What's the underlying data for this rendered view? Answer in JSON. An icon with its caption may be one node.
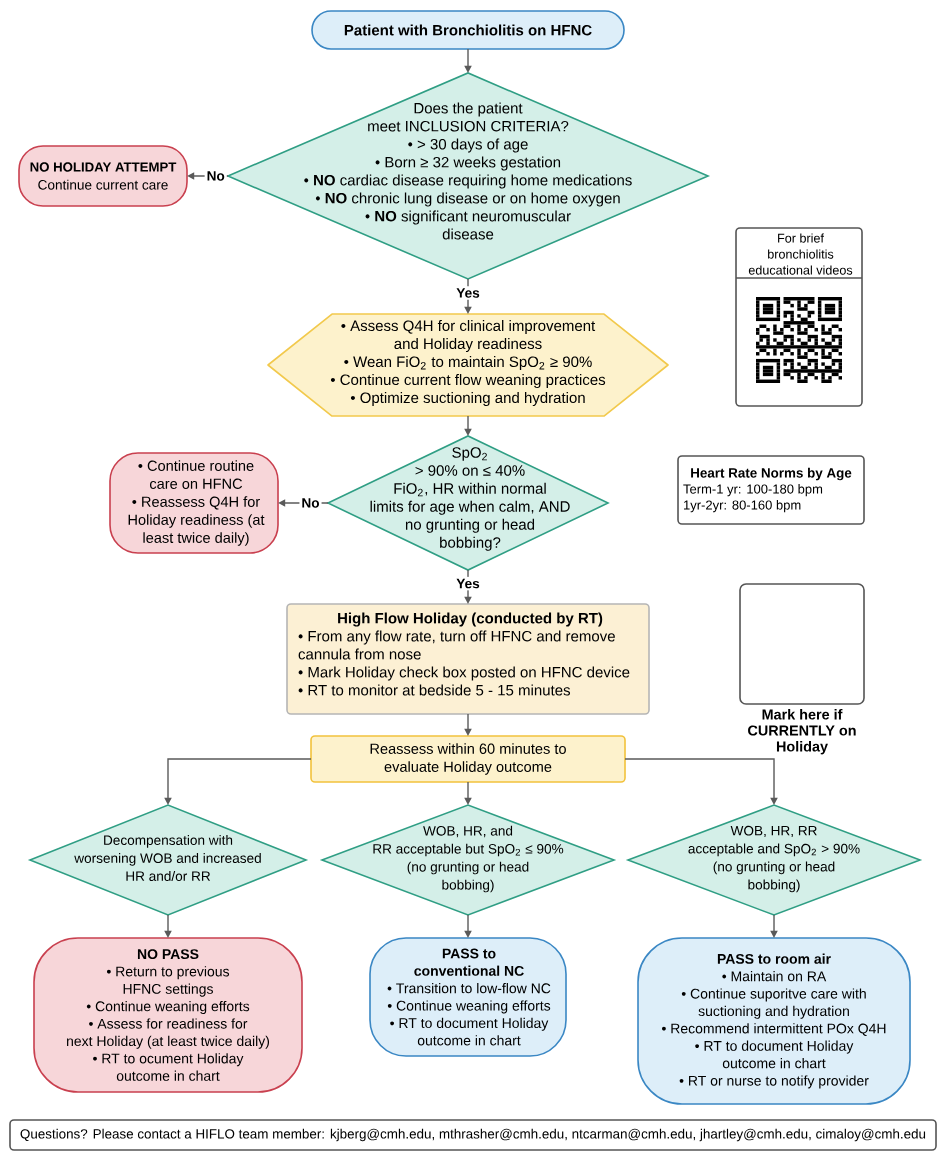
{
  "diagram": {
    "nodes": [
      {
        "text": [
          "Patient with Bronchiolitis on HFNC"
        ]
      },
      {
        "text": [
          "Does the patient meet INCLUSION CRITERIA?",
          "• > 30 days of age",
          "• Born ≥ 32 weeks gestation",
          "• **NO** cardiac disease requiring home medications",
          "• **NO** chronic lung disease or on home oxygen",
          "• **NO** significant neuromuscular disease"
        ]
      },
      {
        "text": [
          "NO HOLIDAY ATTEMPT",
          "Continue current care"
        ]
      },
      {
        "text": [
          "For brief bronchiolitis educational videos"
        ]
      },
      {
        "text": [
          "• Assess Q4H for clinical improvement and Holiday readiness",
          "• Wean FiO$_{2}$ to maintain SpO$_{2}$ ≥ 90%",
          "• Continue current flow weaning practices",
          "• Optimize suctioning and hydration"
        ]
      },
      {
        "text": [
          "SpO$_{2}$ > 90% on ≤ 40% FiO$_{2}$, HR within normal limits for age when calm, AND no grunting or head bobbing?"
        ]
      },
      {
        "text": [
          "• Continue routine care on HFNC",
          "• Reassess Q4H for Holiday readiness (at least twice daily)"
        ]
      },
      {
        "text": [
          "Heart Rate Norms by Age",
          "Term-1 yr: 100-180 bpm",
          "1yr-2yr: 80-160 bpm"
        ]
      },
      {
        "text": [
          "High Flow Holiday (conducted by RT)",
          "• From any flow rate, turn off HFNC and remove cannula from nose",
          "• Mark Holiday check box posted on HFNC device",
          "• RT to monitor at bedside 5 - 15 minutes"
        ]
      },
      {
        "text": [
          "Mark here if CURRENTLY on Holiday"
        ]
      },
      {
        "text": [
          "Reassess within 60 minutes to evaluate Holiday outcome"
        ]
      },
      {
        "text": [
          "Decompensation with worsening WOB and increased HR and/or RR"
        ]
      },
      {
        "text": [
          "WOB, HR, and RR acceptable but SpO$_{2}$ ≤ 90%",
          "(no grunting or head bobbing)"
        ]
      },
      {
        "text": [
          "WOB, HR, RR acceptable and SpO$_{2}$ > 90%",
          "(no grunting or head bobbing)"
        ]
      },
      {
        "text": [
          "NO PASS",
          "• Return to previous HFNC settings",
          "• Continue weaning efforts",
          "• Assess for readiness for next Holiday (at least twice daily)",
          "• RT to ocument Holiday outcome in chart"
        ]
      },
      {
        "text": [
          "PASS to conventional NC",
          "• Transition to low-flow NC",
          "• Continue weaning efforts",
          "• RT to document Holiday outcome in chart"
        ]
      },
      {
        "text": [
          "PASS to room air",
          "• Maintain on RA",
          "• Continue suporitve care with suctioning and hydration",
          "• Recommend intermittent POx Q4H",
          "• RT to document Holiday outcome in chart",
          "• RT or nurse to notify provider"
        ]
      },
      {
        "text": [
          "Questions? Please contact a HIFLO team member: kjberg@cmh.edu, mthrasher@cmh.edu, ntcarman@cmh.edu, jhartley@cmh.edu, cimaloy@cmh.edu"
        ]
      }
    ],
    "edges": [
      {
        "from": 0,
        "to": 1,
        "arrow": "to"
      },
      {
        "from": 1,
        "to": 2,
        "arrow": "to",
        "label": "No"
      },
      {
        "from": 1,
        "to": 4,
        "arrow": "to",
        "label": "Yes"
      },
      {
        "from": 4,
        "to": 5,
        "arrow": "to"
      },
      {
        "from": 5,
        "to": 6,
        "arrow": "to",
        "label": "No"
      },
      {
        "from": 5,
        "to": 8,
        "arrow": "to",
        "label": "Yes"
      },
      {
        "from": 8,
        "to": 10,
        "arrow": "to"
      },
      {
        "from": 10,
        "to": 11,
        "arrow": "to"
      },
      {
        "from": 10,
        "to": 12,
        "arrow": "to"
      },
      {
        "from": 10,
        "to": 13,
        "arrow": "to"
      },
      {
        "from": 11,
        "to": 14,
        "arrow": "to"
      },
      {
        "from": 12,
        "to": 15,
        "arrow": "to"
      },
      {
        "from": 13,
        "to": 16,
        "arrow": "to"
      }
    ]
  }
}
